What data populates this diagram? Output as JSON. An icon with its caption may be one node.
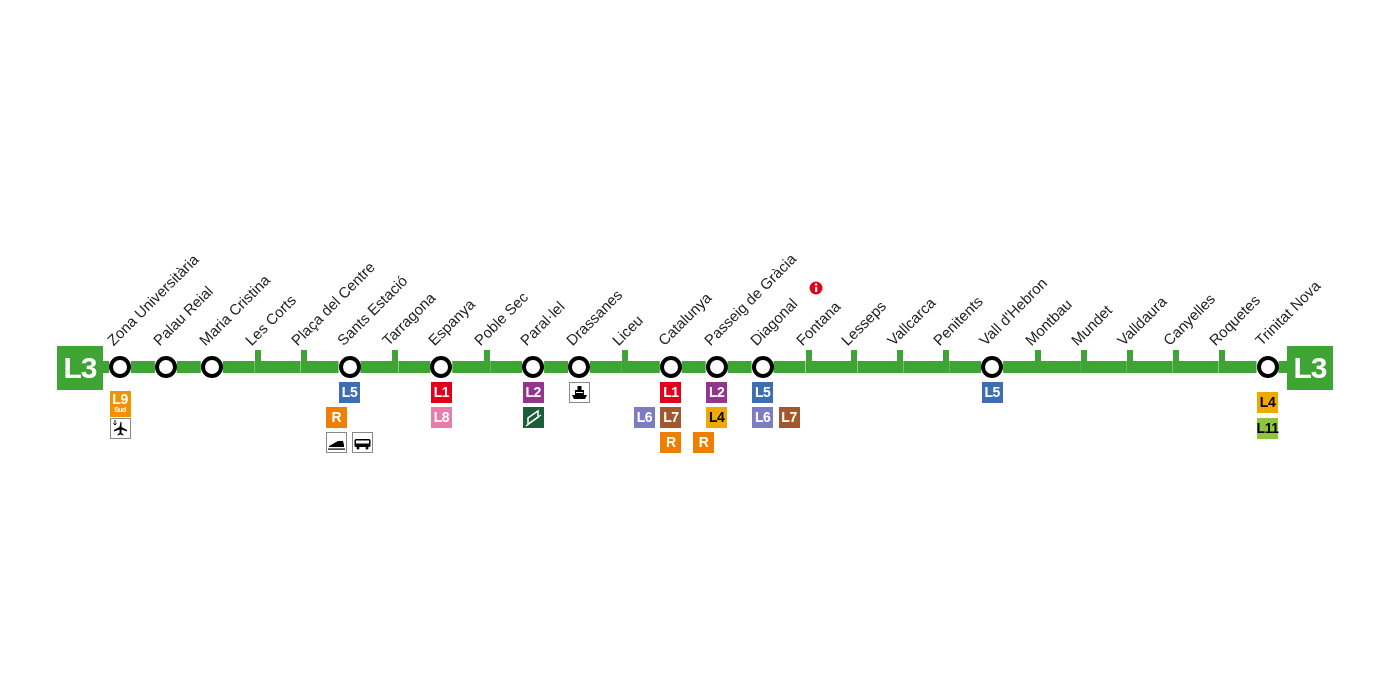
{
  "diagram": {
    "nodes": [
      {
        "text": [
          "L3"
        ]
      },
      {
        "text": [
          "Zona Universitària"
        ],
        "beside": [
          "L9",
          "Sud"
        ]
      },
      {
        "text": [
          "Palau Reial"
        ]
      },
      {
        "text": [
          "Maria Cristina"
        ]
      },
      {
        "text": [
          "Les Corts"
        ]
      },
      {
        "text": [
          "Plaça del Centre"
        ]
      },
      {
        "text": [
          "Sants Estació"
        ],
        "beside": [
          "L5",
          "R"
        ]
      },
      {
        "text": [
          "Tarragona"
        ]
      },
      {
        "text": [
          "Espanya"
        ],
        "beside": [
          "L1",
          "L8"
        ]
      },
      {
        "text": [
          "Poble Sec"
        ]
      },
      {
        "text": [
          "Paral·lel"
        ],
        "beside": [
          "L2"
        ]
      },
      {
        "text": [
          "Drassanes"
        ]
      },
      {
        "text": [
          "Liceu"
        ]
      },
      {
        "text": [
          "Catalunya"
        ],
        "beside": [
          "L1",
          "L6",
          "L7",
          "R"
        ]
      },
      {
        "text": [
          "Passeig de Gràcia"
        ],
        "beside": [
          "L2",
          "L4",
          "R"
        ]
      },
      {
        "text": [
          "Diagonal"
        ],
        "beside": [
          "L5",
          "L6",
          "L7"
        ]
      },
      {
        "text": [
          "Fontana"
        ]
      },
      {
        "text": [
          "Lesseps"
        ]
      },
      {
        "text": [
          "Vallcarca"
        ]
      },
      {
        "text": [
          "Penitents"
        ]
      },
      {
        "text": [
          "Vall d'Hebron"
        ],
        "beside": [
          "L5"
        ]
      },
      {
        "text": [
          "Montbau"
        ]
      },
      {
        "text": [
          "Mundet"
        ]
      },
      {
        "text": [
          "Valldaura"
        ]
      },
      {
        "text": [
          "Canyelles"
        ]
      },
      {
        "text": [
          "Roquetes"
        ]
      },
      {
        "text": [
          "Trinitat Nova"
        ],
        "beside": [
          "L4",
          "L11"
        ]
      },
      {
        "text": [
          "L3"
        ]
      }
    ],
    "edges": [
      {
        "from": 0,
        "to": 1,
        "arrow": "none"
      },
      {
        "from": 1,
        "to": 2,
        "arrow": "none"
      },
      {
        "from": 2,
        "to": 3,
        "arrow": "none"
      },
      {
        "from": 3,
        "to": 4,
        "arrow": "none"
      },
      {
        "from": 4,
        "to": 5,
        "arrow": "none"
      },
      {
        "from": 5,
        "to": 6,
        "arrow": "none"
      },
      {
        "from": 6,
        "to": 7,
        "arrow": "none"
      },
      {
        "from": 7,
        "to": 8,
        "arrow": "none"
      },
      {
        "from": 8,
        "to": 9,
        "arrow": "none"
      },
      {
        "from": 9,
        "to": 10,
        "arrow": "none"
      },
      {
        "from": 10,
        "to": 11,
        "arrow": "none"
      },
      {
        "from": 11,
        "to": 12,
        "arrow": "none"
      },
      {
        "from": 12,
        "to": 13,
        "arrow": "none"
      },
      {
        "from": 13,
        "to": 14,
        "arrow": "none"
      },
      {
        "from": 14,
        "to": 15,
        "arrow": "none"
      },
      {
        "from": 15,
        "to": 16,
        "arrow": "none"
      },
      {
        "from": 16,
        "to": 17,
        "arrow": "none"
      },
      {
        "from": 17,
        "to": 18,
        "arrow": "none"
      },
      {
        "from": 18,
        "to": 19,
        "arrow": "none"
      },
      {
        "from": 19,
        "to": 20,
        "arrow": "none"
      },
      {
        "from": 20,
        "to": 21,
        "arrow": "none"
      },
      {
        "from": 21,
        "to": 22,
        "arrow": "none"
      },
      {
        "from": 22,
        "to": 23,
        "arrow": "none"
      },
      {
        "from": 23,
        "to": 24,
        "arrow": "none"
      },
      {
        "from": 24,
        "to": 25,
        "arrow": "none"
      },
      {
        "from": 25,
        "to": 26,
        "arrow": "none"
      },
      {
        "from": 26,
        "to": 27,
        "arrow": "none"
      }
    ]
  }
}
